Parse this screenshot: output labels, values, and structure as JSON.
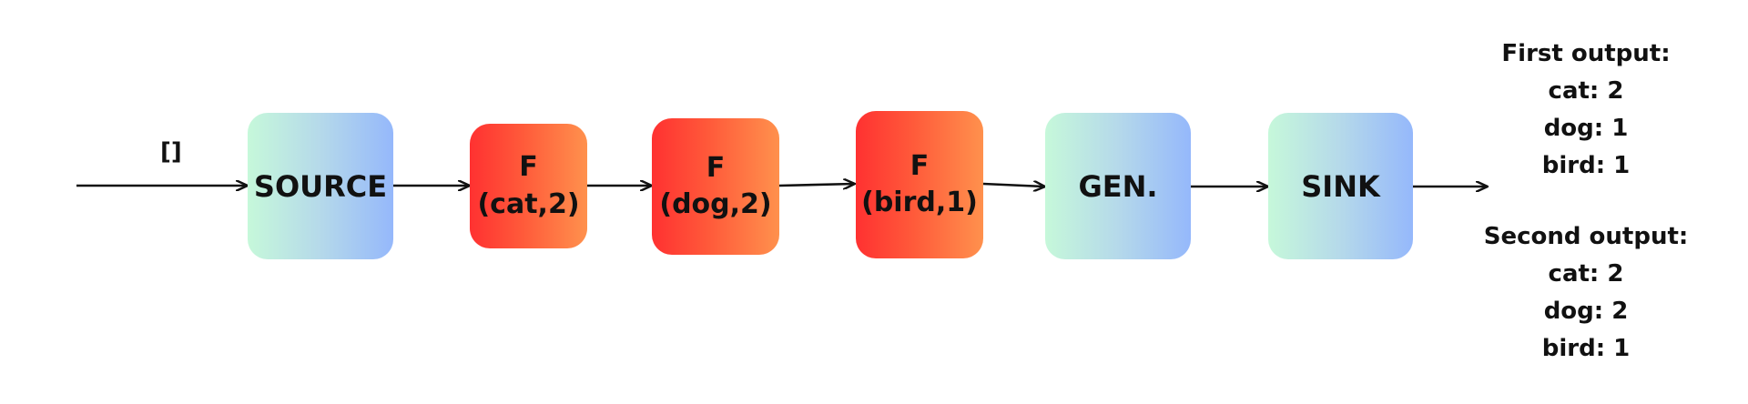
{
  "input": {
    "label": "[]"
  },
  "nodes": {
    "source": {
      "label": "SOURCE"
    },
    "filter_cat": {
      "title": "F",
      "arg": "(cat,2)"
    },
    "filter_dog": {
      "title": "F",
      "arg": "(dog,2)"
    },
    "filter_bird": {
      "title": "F",
      "arg": "(bird,1)"
    },
    "gen": {
      "label": "GEN."
    },
    "sink": {
      "label": "SINK"
    }
  },
  "outputs": {
    "first": {
      "title": "First output:",
      "lines": [
        "cat: 2",
        "dog: 1",
        "bird: 1"
      ]
    },
    "second": {
      "title": "Second output:",
      "lines": [
        "cat: 2",
        "dog: 2",
        "bird: 1"
      ]
    }
  },
  "colors": {
    "processor_gradient": [
      "#c6f8da",
      "#95b8fb"
    ],
    "filter_gradient": [
      "#ff3131",
      "#ff914d"
    ],
    "edge": "#111111"
  }
}
